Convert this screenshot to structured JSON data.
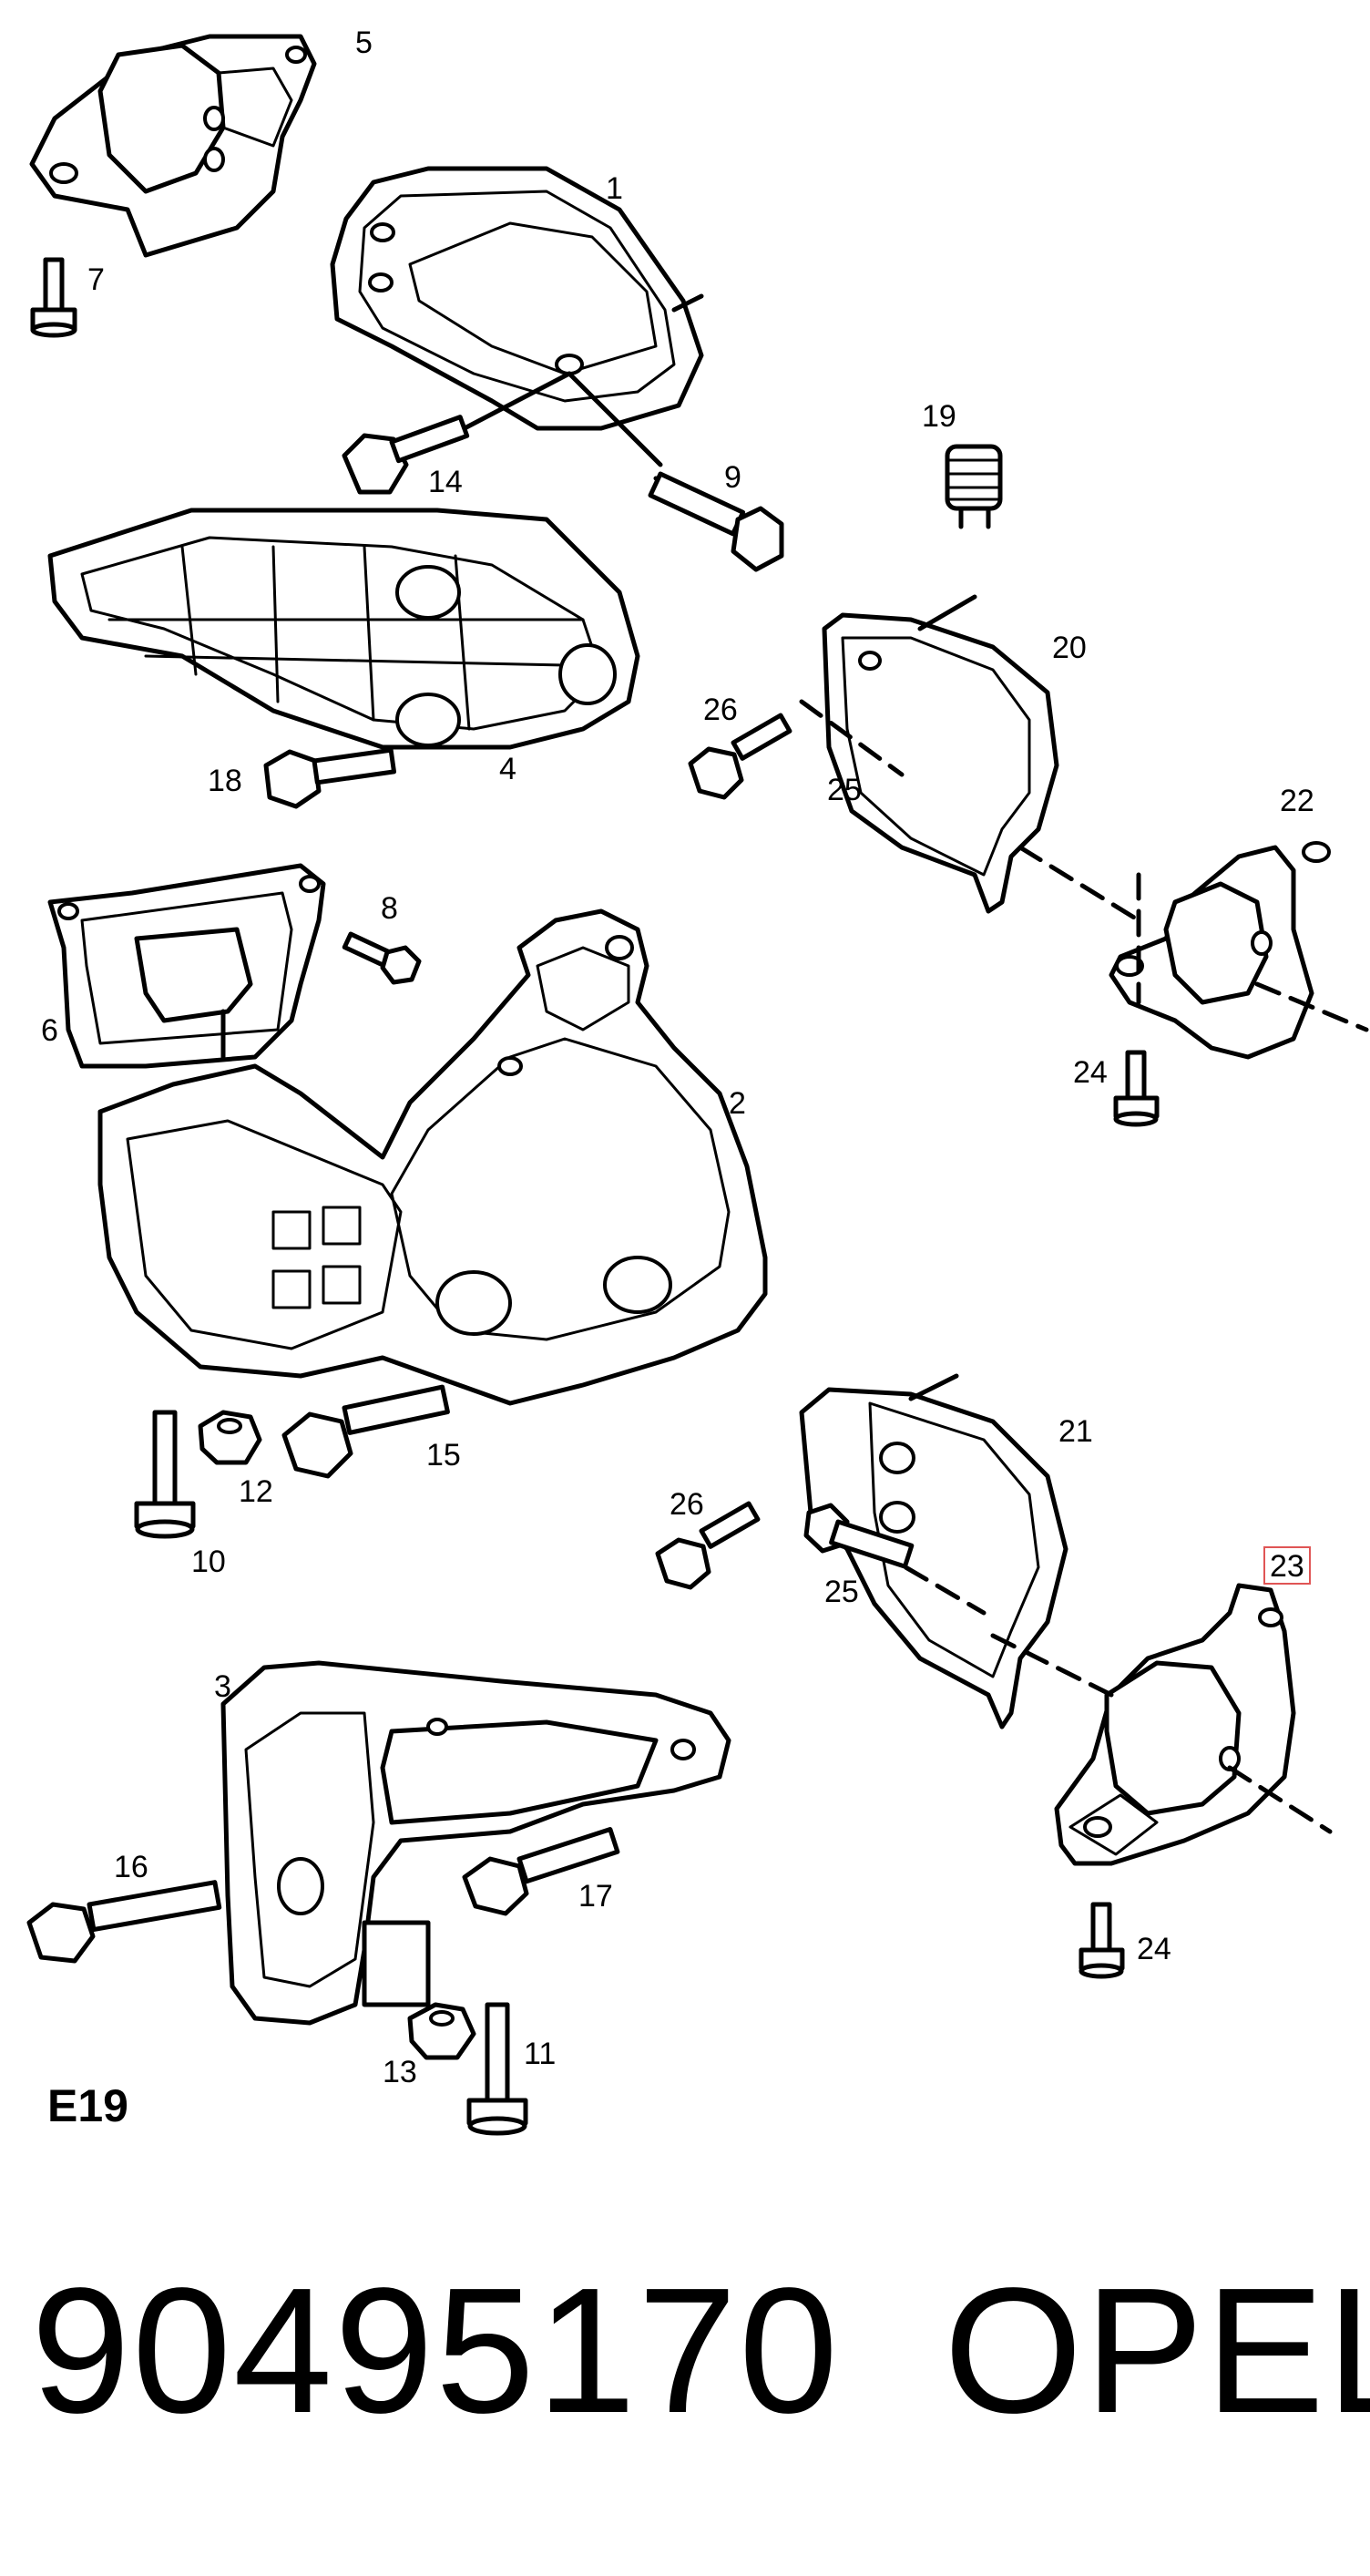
{
  "diagram": {
    "section_code": "E19",
    "highlighted_label": "23",
    "labels": {
      "l1": "1",
      "l2": "2",
      "l3": "3",
      "l4": "4",
      "l5": "5",
      "l6": "6",
      "l7": "7",
      "l8": "8",
      "l9": "9",
      "l10": "10",
      "l11": "11",
      "l12": "12",
      "l13": "13",
      "l14": "14",
      "l15": "15",
      "l16": "16",
      "l17": "17",
      "l18": "18",
      "l19": "19",
      "l20": "20",
      "l21": "21",
      "l22": "22",
      "l23": "23",
      "l24a": "24",
      "l24b": "24",
      "l25a": "25",
      "l25b": "25",
      "l26a": "26",
      "l26b": "26"
    }
  },
  "footer": {
    "part_number": "90495170",
    "brand": "OPEL"
  }
}
